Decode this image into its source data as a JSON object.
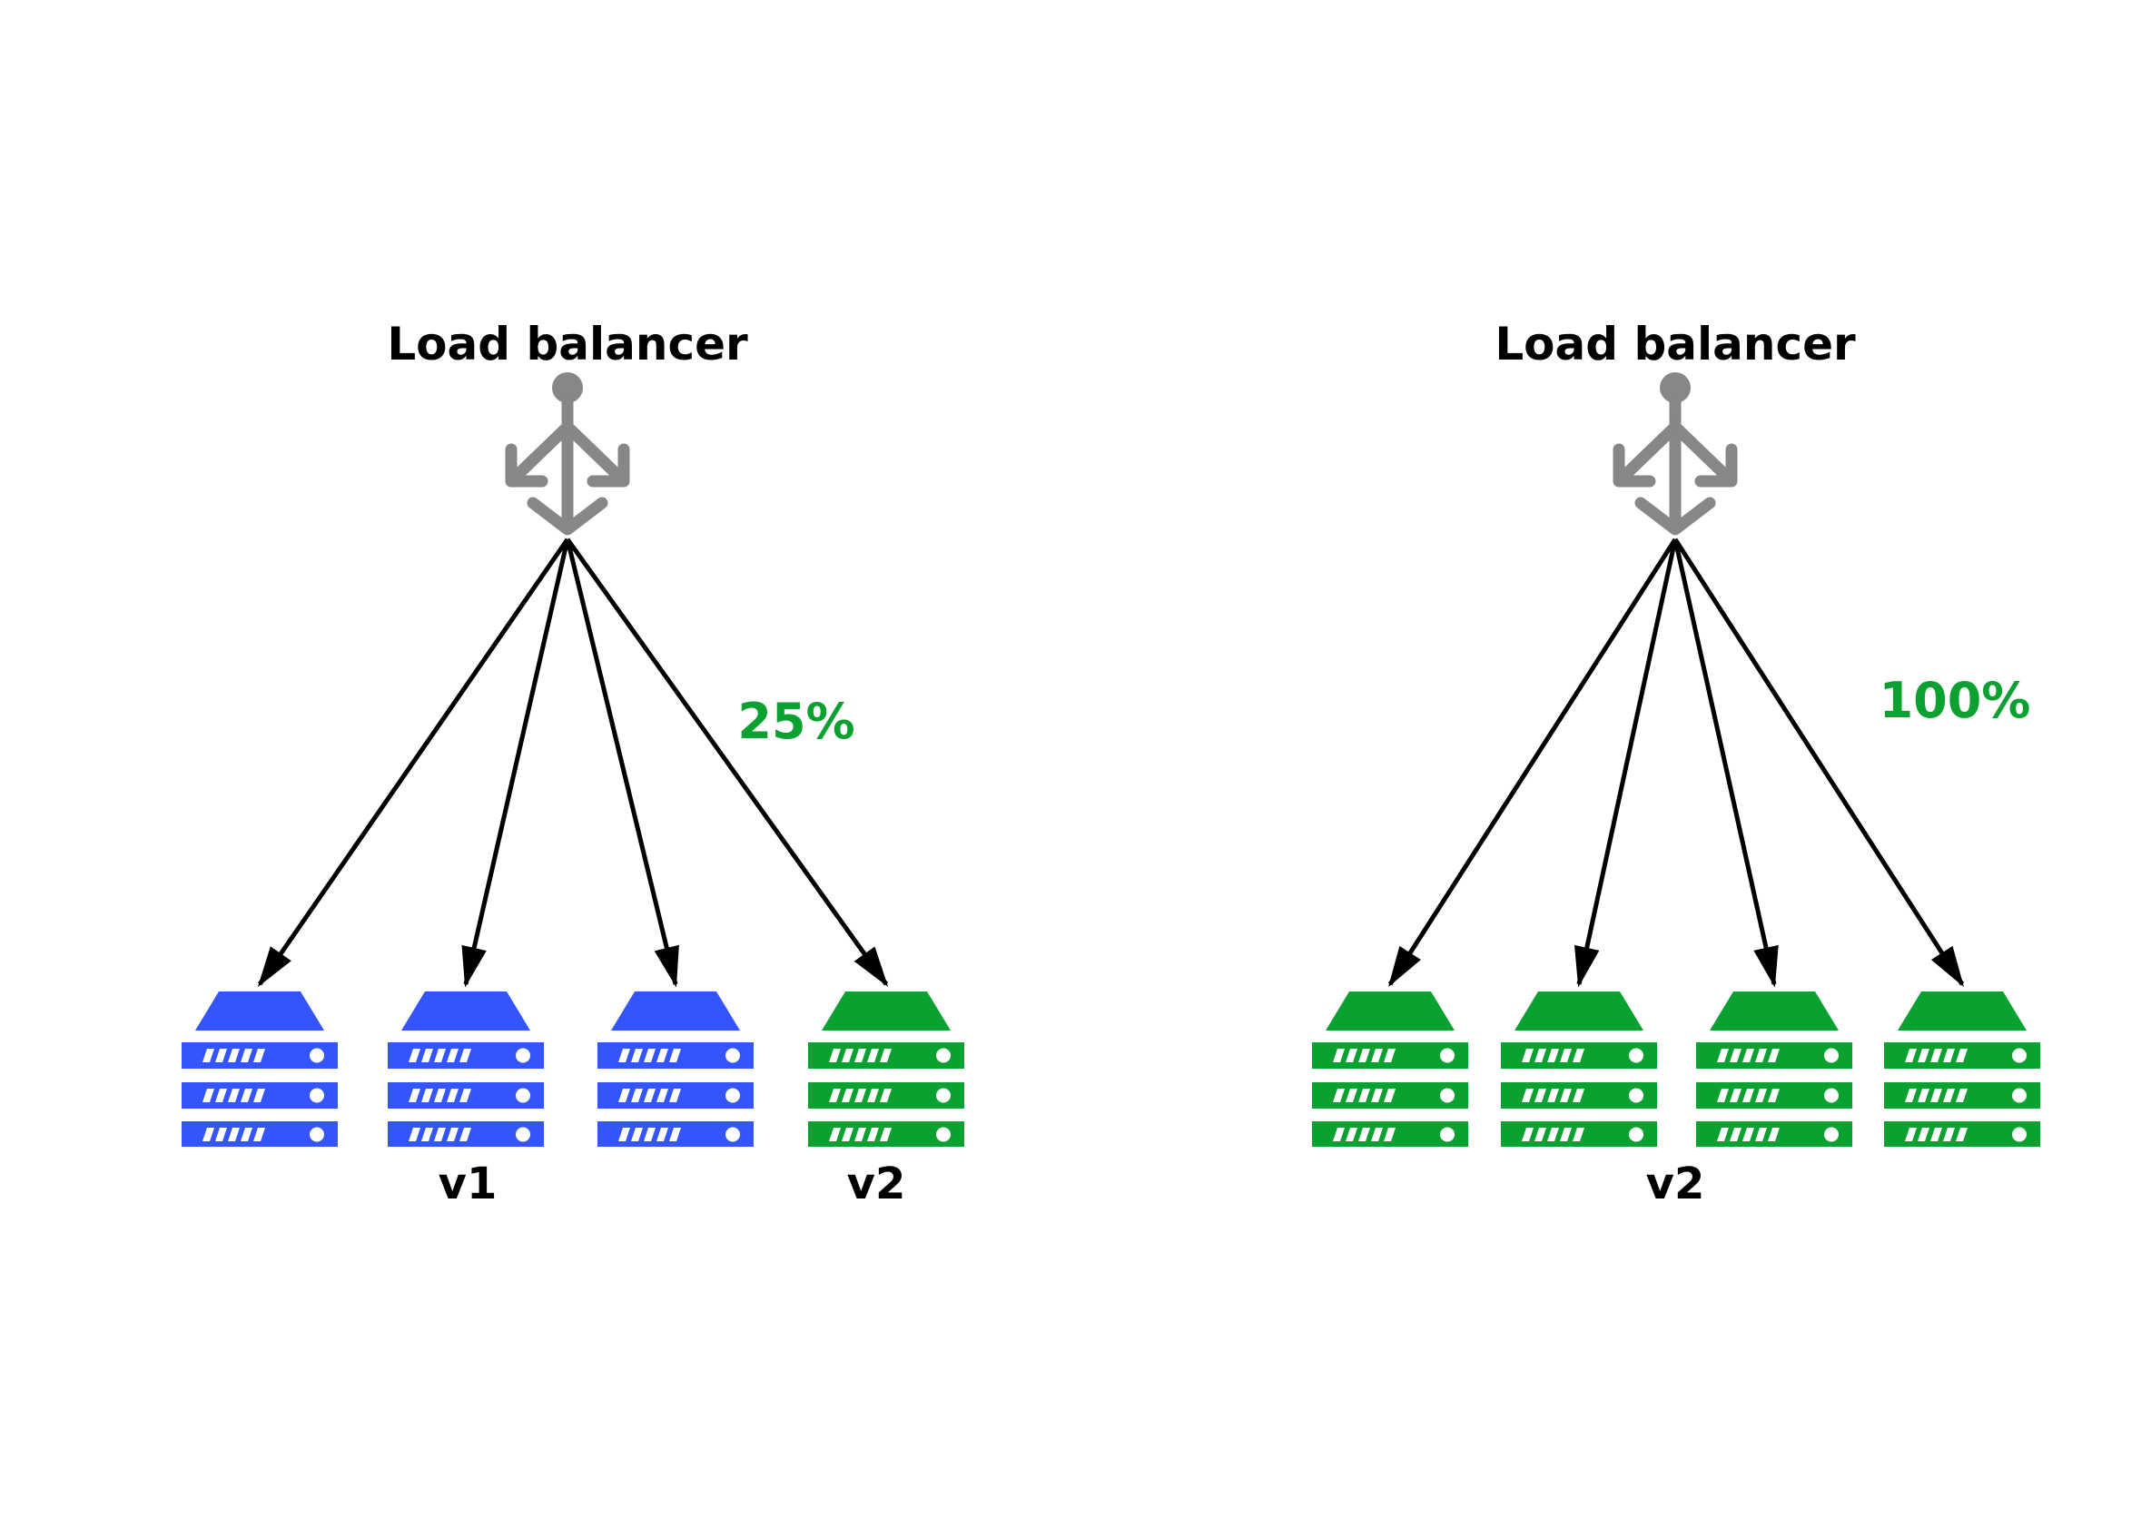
{
  "colors": {
    "blue": "#3355fb",
    "green": "#0aa131",
    "gray": "#878787",
    "arrow": "#000000",
    "text": "#000000"
  },
  "diagrams": [
    {
      "title": "Load balancer",
      "traffic_label": "25%",
      "servers": [
        {
          "version": "v1",
          "color": "blue"
        },
        {
          "version": "v1",
          "color": "blue"
        },
        {
          "version": "v1",
          "color": "blue"
        },
        {
          "version": "v2",
          "color": "green"
        }
      ],
      "group_labels": [
        {
          "text": "v1"
        },
        {
          "text": "v2"
        }
      ]
    },
    {
      "title": "Load balancer",
      "traffic_label": "100%",
      "servers": [
        {
          "version": "v2",
          "color": "green"
        },
        {
          "version": "v2",
          "color": "green"
        },
        {
          "version": "v2",
          "color": "green"
        },
        {
          "version": "v2",
          "color": "green"
        }
      ],
      "group_labels": [
        {
          "text": "v2"
        }
      ]
    }
  ]
}
